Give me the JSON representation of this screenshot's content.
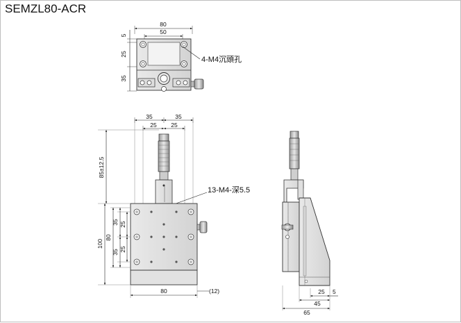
{
  "title": "SEMZL80-ACR",
  "top_view": {
    "width_outer": "80",
    "width_inner": "50",
    "side_5": "5",
    "side_25": "25",
    "side_35": "35",
    "callout": "4-M4沉頭孔"
  },
  "front_view": {
    "top_35_left": "35",
    "top_35_right": "35",
    "top_25_left": "25",
    "top_25_right": "25",
    "travel": "85±12.5",
    "left_100": "100",
    "left_80": "80",
    "left_35_upper": "35",
    "left_25_upper": "25",
    "left_25_lower": "25",
    "left_35_lower": "35",
    "bottom_80": "80",
    "bottom_12": "(12)",
    "callout": "13-M4-深5.5"
  },
  "side_view": {
    "dim_25": "25",
    "dim_5": "5",
    "dim_45": "45",
    "dim_65": "65"
  }
}
